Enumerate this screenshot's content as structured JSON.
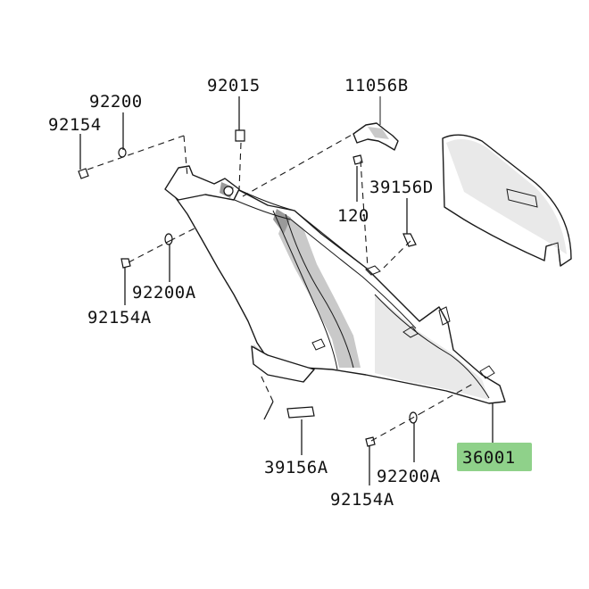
{
  "diagram": {
    "highlight_color": "#8fd18a",
    "parts": [
      {
        "id": "p92200",
        "label": "92200"
      },
      {
        "id": "p92154",
        "label": "92154"
      },
      {
        "id": "p92015",
        "label": "92015"
      },
      {
        "id": "p11056B",
        "label": "11056B"
      },
      {
        "id": "p39156D",
        "label": "39156D"
      },
      {
        "id": "p120",
        "label": "120"
      },
      {
        "id": "p92200A_upper",
        "label": "92200A"
      },
      {
        "id": "p92154A_upper",
        "label": "92154A"
      },
      {
        "id": "p39156A",
        "label": "39156A"
      },
      {
        "id": "p92200A_lower",
        "label": "92200A"
      },
      {
        "id": "p92154A_lower",
        "label": "92154A"
      },
      {
        "id": "p36001",
        "label": "36001",
        "highlighted": true
      }
    ]
  }
}
